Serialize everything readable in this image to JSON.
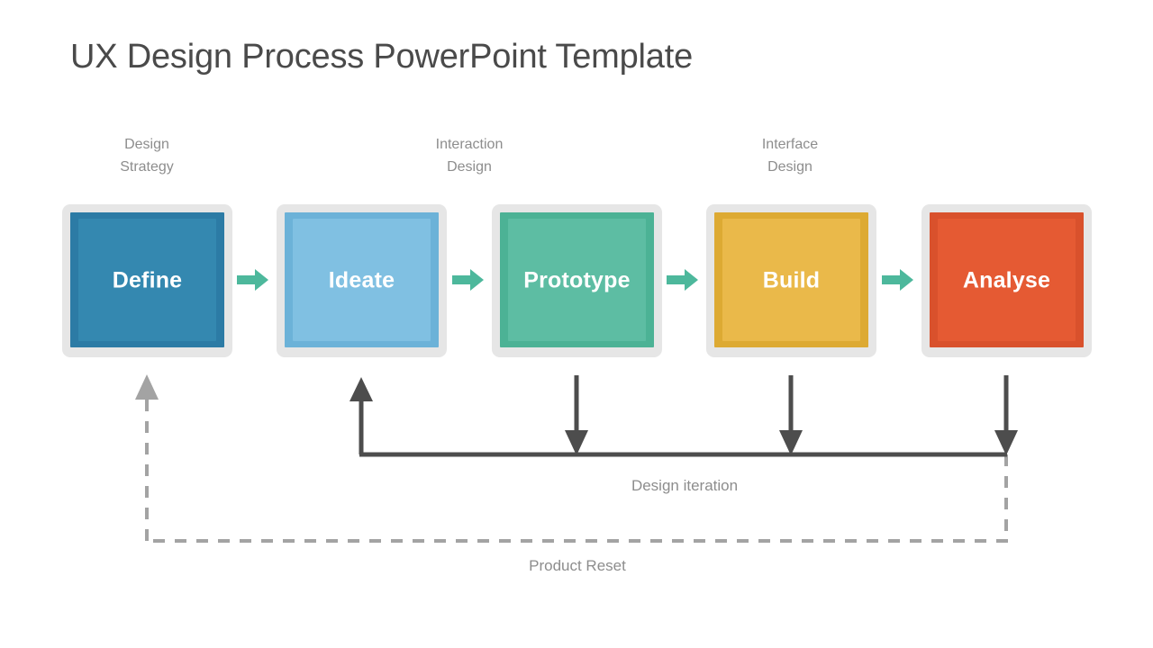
{
  "slide": {
    "title": "UX Design Process PowerPoint Template",
    "background_color": "#ffffff",
    "title_color": "#4a4a4a"
  },
  "phase_labels": [
    {
      "text": "Design\nStrategy",
      "spans_stage": "Define"
    },
    {
      "text": "Interaction\nDesign",
      "spans_stage": "Prototype"
    },
    {
      "text": "Interface\nDesign",
      "spans_stage": "Build"
    }
  ],
  "stages": [
    {
      "label": "Define",
      "color": "#2c7ba5",
      "bevel_color": "#3488b0",
      "frame_color": "#e6e6e6"
    },
    {
      "label": "Ideate",
      "color": "#6cb2d8",
      "bevel_color": "#80c0e2",
      "frame_color": "#e6e6e6"
    },
    {
      "label": "Prototype",
      "color": "#4cb295",
      "bevel_color": "#5dbda3",
      "frame_color": "#e6e6e6"
    },
    {
      "label": "Build",
      "color": "#ddaa33",
      "bevel_color": "#eab94a",
      "frame_color": "#e6e6e6"
    },
    {
      "label": "Analyse",
      "color": "#d9512c",
      "bevel_color": "#e55a33",
      "frame_color": "#e6e6e6"
    }
  ],
  "flow_arrows": [
    {
      "from": "Define",
      "to": "Ideate",
      "color": "#4db89c",
      "icon": "arrow-right-icon"
    },
    {
      "from": "Ideate",
      "to": "Prototype",
      "color": "#4db89c",
      "icon": "arrow-right-icon"
    },
    {
      "from": "Prototype",
      "to": "Build",
      "color": "#4db89c",
      "icon": "arrow-right-icon"
    },
    {
      "from": "Build",
      "to": "Analyse",
      "color": "#4db89c",
      "icon": "arrow-right-icon"
    }
  ],
  "loops": [
    {
      "caption": "Design iteration",
      "style": "solid",
      "color": "#4d4d4d",
      "returns_to": "Ideate",
      "sources": [
        "Prototype",
        "Build",
        "Analyse"
      ]
    },
    {
      "caption": "Product Reset",
      "style": "dashed",
      "color": "#a3a3a3",
      "returns_to": "Define",
      "sources": [
        "Analyse"
      ]
    }
  ],
  "colors": {
    "frame": "#e6e6e6",
    "green_accent": "#4db89c",
    "iteration_line": "#4d4d4d",
    "reset_line": "#a3a3a3",
    "muted_text": "#8d8d8d"
  }
}
